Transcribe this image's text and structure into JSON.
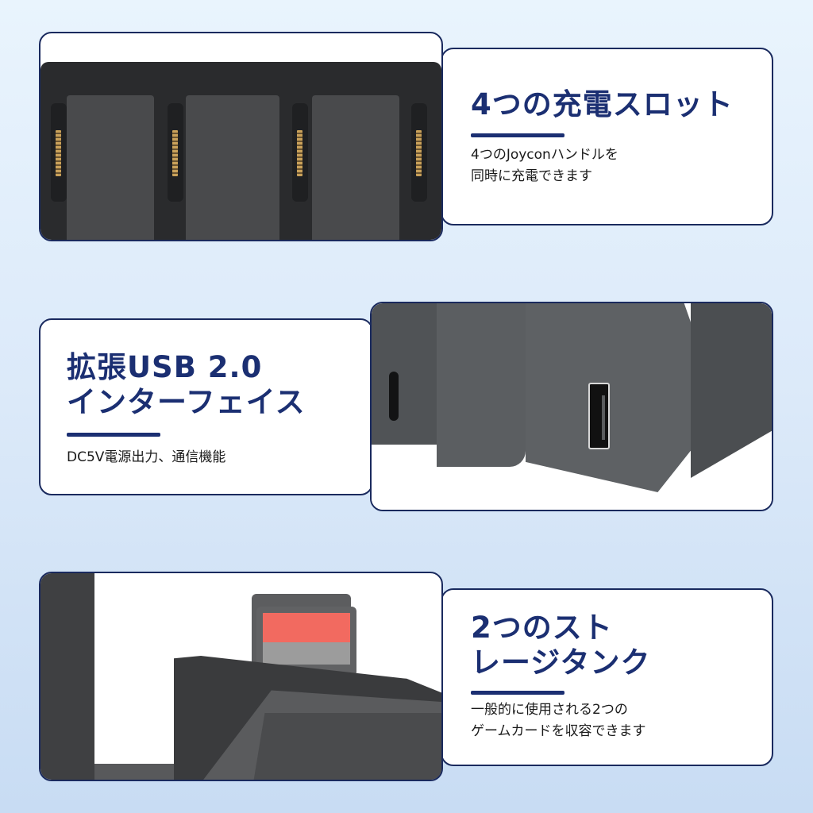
{
  "colors": {
    "accent": "#1b2f72",
    "border": "#1a2a5e",
    "background_top": "#e9f4fd",
    "background_bottom": "#c8dcf3",
    "cartridge_label": "#f26a60"
  },
  "features": [
    {
      "title": "4つの充電スロット",
      "description": "4つのJoyconハンドルを\n同時に充電できます",
      "image": "charging-dock-4-slots"
    },
    {
      "title": "拡張USB 2.0\nインターフェイス",
      "description": "DC5V電源出力、通信機能",
      "image": "usb-port-closeup"
    },
    {
      "title": "2つのスト\nレージタンク",
      "description": "一般的に使用される2つの\nゲームカードを収容できます",
      "image": "game-card-storage"
    }
  ]
}
